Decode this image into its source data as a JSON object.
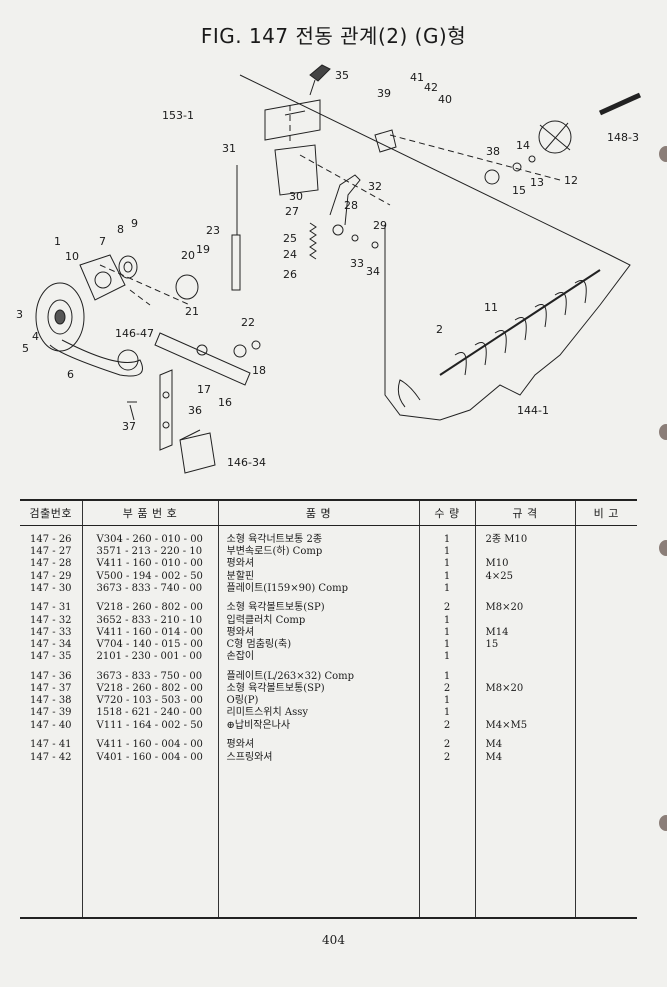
{
  "figure": {
    "title": "FIG. 147 전동 관계(2) (G)형",
    "callouts": [
      "35",
      "153-1",
      "41",
      "42",
      "40",
      "39",
      "148-3",
      "31",
      "38",
      "14",
      "30",
      "32",
      "15",
      "13",
      "12",
      "27",
      "28",
      "29",
      "23",
      "25",
      "24",
      "26",
      "33",
      "34",
      "1",
      "9",
      "8",
      "7",
      "20",
      "19",
      "10",
      "11",
      "21",
      "22",
      "146-47",
      "2",
      "3",
      "4",
      "5",
      "6",
      "17",
      "18",
      "16",
      "36",
      "37",
      "146-34",
      "144-1"
    ]
  },
  "table": {
    "headers": {
      "no": "검출번호",
      "part_number": "부 품 번 호",
      "name": "품 명",
      "qty": "수 량",
      "spec": "규 격",
      "remarks": "비 고"
    },
    "groups": [
      [
        {
          "no": "147 - 26",
          "pn": "V304 - 260 - 010 - 00",
          "name": "소형 육각너트보통 2종",
          "qty": "1",
          "spec": "2종 M10"
        },
        {
          "no": "147 - 27",
          "pn": "3571 - 213 - 220 - 10",
          "name": "부변속로드(하) Comp",
          "qty": "1",
          "spec": ""
        },
        {
          "no": "147 - 28",
          "pn": "V411 - 160 - 010 - 00",
          "name": "평와셔",
          "qty": "1",
          "spec": "M10"
        },
        {
          "no": "147 - 29",
          "pn": "V500 - 194 - 002 - 50",
          "name": "분할핀",
          "qty": "1",
          "spec": "4×25"
        },
        {
          "no": "147 - 30",
          "pn": "3673 - 833 - 740 - 00",
          "name": "플레이트(I159×90) Comp",
          "qty": "1",
          "spec": ""
        }
      ],
      [
        {
          "no": "147 - 31",
          "pn": "V218 - 260 - 802 - 00",
          "name": "소형 육각볼트보통(SP)",
          "qty": "2",
          "spec": "M8×20"
        },
        {
          "no": "147 - 32",
          "pn": "3652 - 833 - 210 - 10",
          "name": "입력클러치 Comp",
          "qty": "1",
          "spec": ""
        },
        {
          "no": "147 - 33",
          "pn": "V411 - 160 - 014 - 00",
          "name": "평와셔",
          "qty": "1",
          "spec": "M14"
        },
        {
          "no": "147 - 34",
          "pn": "V704 - 140 - 015 - 00",
          "name": "C형 멈춤링(축)",
          "qty": "1",
          "spec": "15"
        },
        {
          "no": "147 - 35",
          "pn": "2101 - 230 - 001 - 00",
          "name": "손잡이",
          "qty": "1",
          "spec": ""
        }
      ],
      [
        {
          "no": "147 - 36",
          "pn": "3673 - 833 - 750 - 00",
          "name": "플레이트(L/263×32) Comp",
          "qty": "1",
          "spec": ""
        },
        {
          "no": "147 - 37",
          "pn": "V218 - 260 - 802 - 00",
          "name": "소형 육각볼트보통(SP)",
          "qty": "2",
          "spec": "M8×20"
        },
        {
          "no": "147 - 38",
          "pn": "V720 - 103 - 503 - 00",
          "name": "O링(P)",
          "qty": "1",
          "spec": ""
        },
        {
          "no": "147 - 39",
          "pn": "1518 - 621 - 240 - 00",
          "name": "리미트스위치 Assy",
          "qty": "1",
          "spec": ""
        },
        {
          "no": "147 - 40",
          "pn": "V111 - 164 - 002 - 50",
          "name": "⊕납비작은나사",
          "qty": "2",
          "spec": "M4×M5"
        }
      ],
      [
        {
          "no": "147 - 41",
          "pn": "V411 - 160 - 004 - 00",
          "name": "평와셔",
          "qty": "2",
          "spec": "M4"
        },
        {
          "no": "147 - 42",
          "pn": "V401 - 160 - 004 - 00",
          "name": "스프링와셔",
          "qty": "2",
          "spec": "M4"
        }
      ]
    ]
  },
  "page_number": "404"
}
